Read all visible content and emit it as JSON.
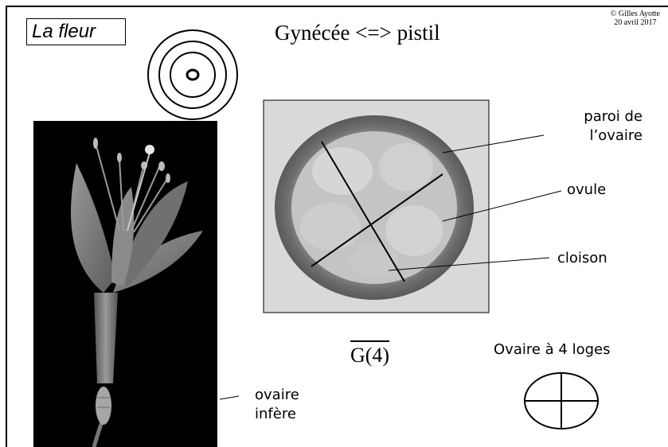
{
  "slide": {
    "tag_label": "La fleur",
    "title": "Gynécée <=> pistil",
    "copyright_line1": "© Gilles Ayotte",
    "copyright_line2": "20 avril 2017"
  },
  "labels": {
    "paroi_line1": "paroi de",
    "paroi_line2": "l’ovaire",
    "ovule": "ovule",
    "cloison": "cloison",
    "ovaire_infere_line1": "ovaire",
    "ovaire_infere_line2": "infère",
    "ovaire_loges": "Ovaire à 4 loges"
  },
  "formula": "G(4)",
  "icons": {
    "floral_symbol": "concentric-circles-icon",
    "ovary_diagram": "ellipse-cross-icon"
  },
  "colors": {
    "ink": "#000000",
    "photo_background": "#000000"
  }
}
